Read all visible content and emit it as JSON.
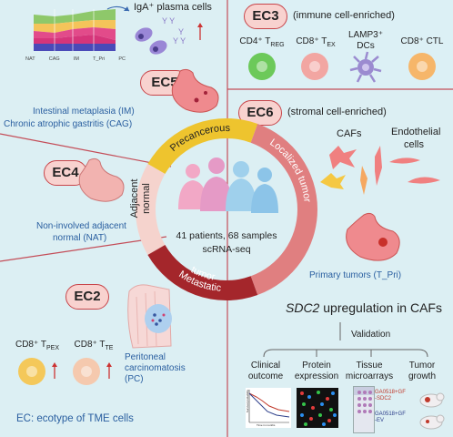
{
  "ec3": {
    "badge": "EC3",
    "title": "(immune cell-enriched)",
    "cells": [
      {
        "label_html": "CD4⁺ T<sub style='font-size:7px'>REG</sub>",
        "color": "#6cc95a"
      },
      {
        "label_html": "CD8⁺ T<sub style='font-size:7px'>EX</sub>",
        "color": "#f2a6a2"
      },
      {
        "label_html": "LAMP3⁺<br>DCs",
        "color": "#9b8bd0"
      },
      {
        "label_html": "CD8⁺ CTL",
        "color": "#f6b66a"
      }
    ]
  },
  "ec5": {
    "badge": "EC5",
    "line1": "Intestinal metaplasia (IM)",
    "line2": "Chronic atrophic gastritis (CAG)"
  },
  "ec4": {
    "badge": "EC4",
    "line1": "Non-involved adjacent",
    "line2": "normal (NAT)"
  },
  "ec6": {
    "badge": "EC6",
    "title": "(stromal cell-enriched)",
    "cafs": "CAFs",
    "endo1": "Endothelial",
    "endo2": "cells",
    "primary": "Primary tumors (T_Pri)"
  },
  "ec2": {
    "badge": "EC2",
    "cells": [
      {
        "label_html": "CD8⁺ T<sub style='font-size:7px'>PEX</sub>",
        "color": "#f4c85a"
      },
      {
        "label_html": "CD8⁺ T<sub style='font-size:7px'>TE</sub>",
        "color": "#f5c9ae"
      }
    ],
    "pc1": "Peritoneal",
    "pc2": "carcinomatosis",
    "pc3": "(PC)"
  },
  "top_left": {
    "iga": "IgA⁺ plasma cells",
    "x_labels": [
      "NAT",
      "CAG",
      "IM",
      "T_Pri",
      "PC"
    ]
  },
  "ring": {
    "precancerous": "Precancerous",
    "localized": "Localized tumor",
    "adjacent1": "Adjacent",
    "adjacent2": "normal",
    "metastatic1": "Metastatic",
    "metastatic2": "tumor"
  },
  "center": {
    "patients": "41 patients, 68 samples",
    "method": "scRNA-seq"
  },
  "sdc2": {
    "gene": "SDC2",
    "rest": " upregulation in CAFs"
  },
  "validation": {
    "title": "Validation",
    "items": [
      {
        "l1": "Clinical",
        "l2": "outcome"
      },
      {
        "l1": "Protein",
        "l2": "expression"
      },
      {
        "l1": "Tissue",
        "l2": "microarrays"
      },
      {
        "l1": "Tumor",
        "l2": "growth"
      }
    ],
    "km_y": "Survival probability",
    "km_x": "Time in months",
    "tumor_a1": "GA0518+GF",
    "tumor_a2": "-SDC2",
    "tumor_b1": "GA0518+GF",
    "tumor_b2": "-EV"
  },
  "footer": "EC: ecotype of TME cells",
  "colors": {
    "precancerous": "#eec42e",
    "localized": "#e07f80",
    "adjacent": "#f5d3cd",
    "metastatic": "#a4262b"
  }
}
